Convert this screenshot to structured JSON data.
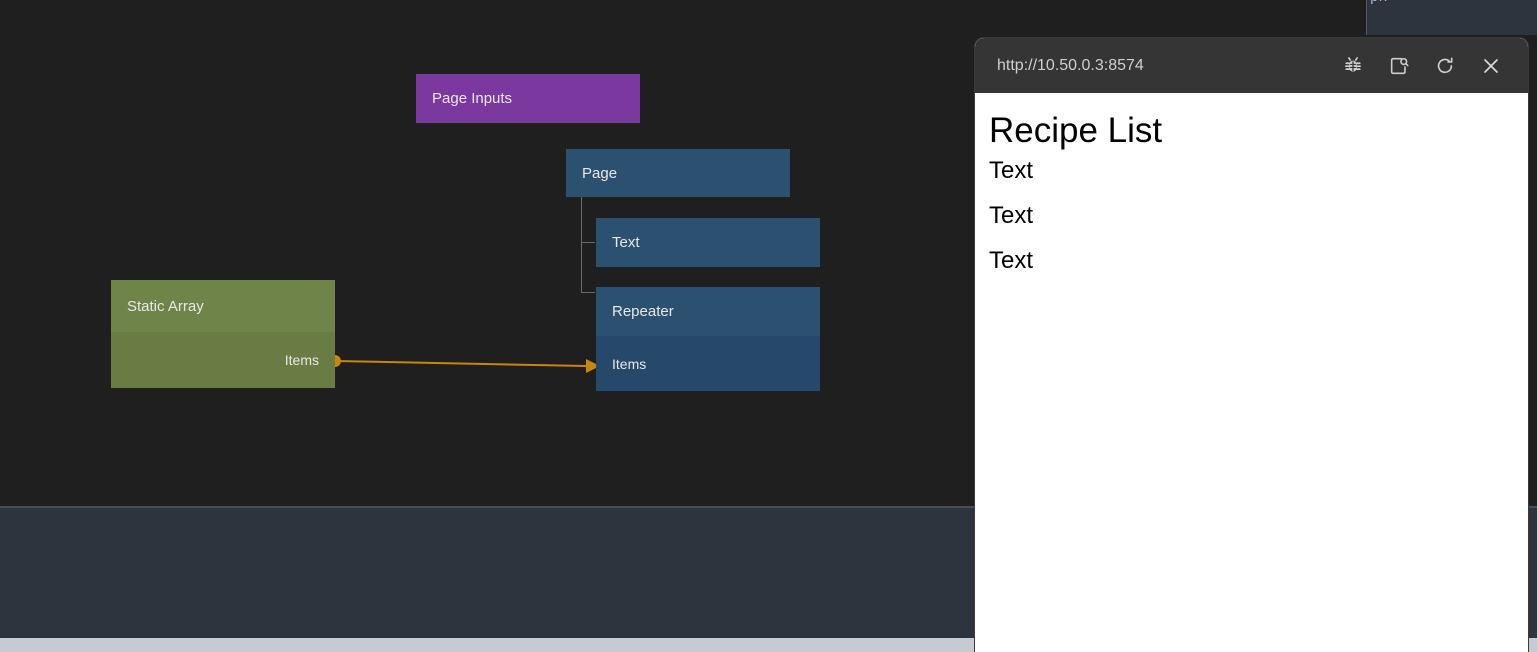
{
  "editor": {
    "canvas_name": "node-graph-canvas",
    "nodes": [
      {
        "id": "page-inputs",
        "title": "Page Inputs",
        "color": "#7b39a0",
        "ports": []
      },
      {
        "id": "page",
        "title": "Page",
        "color": "#2b5070",
        "ports": []
      },
      {
        "id": "text",
        "title": "Text",
        "color": "#2b5070",
        "ports": []
      },
      {
        "id": "repeater",
        "title": "Repeater",
        "color": "#2b5070",
        "ports": [
          "Items"
        ]
      },
      {
        "id": "static-array",
        "title": "Static Array",
        "color": "#6f8448",
        "ports": [
          "Items"
        ]
      }
    ],
    "node_titles": {
      "page_inputs": "Page Inputs",
      "page": "Page",
      "text": "Text",
      "repeater": "Repeater",
      "static_array": "Static Array"
    },
    "port_labels": {
      "static_array_items": "Items",
      "repeater_items": "Items"
    },
    "connection": {
      "from": "Static Array.Items",
      "to": "Repeater.Items",
      "color": "#c8860d"
    },
    "clipped_label": "px"
  },
  "preview": {
    "url": "http://10.50.0.3:8574",
    "toolbar": {
      "debug_label": "Debug",
      "inspect_label": "Inspect",
      "reload_label": "Reload",
      "close_label": "Close"
    },
    "page": {
      "heading": "Recipe List",
      "items": [
        "Text",
        "Text",
        "Text"
      ]
    }
  },
  "colors": {
    "canvas_bg": "#1f1f1f",
    "panel_bg": "#2d343d",
    "bottom_strip": "#c6cad2",
    "node_blue": "#2b5070",
    "node_blue_body": "#26486a",
    "node_green": "#6f8448",
    "node_green_body": "#697c44",
    "node_purple": "#7b39a0",
    "edge_orange": "#c8860d",
    "titlebar": "#353535"
  }
}
